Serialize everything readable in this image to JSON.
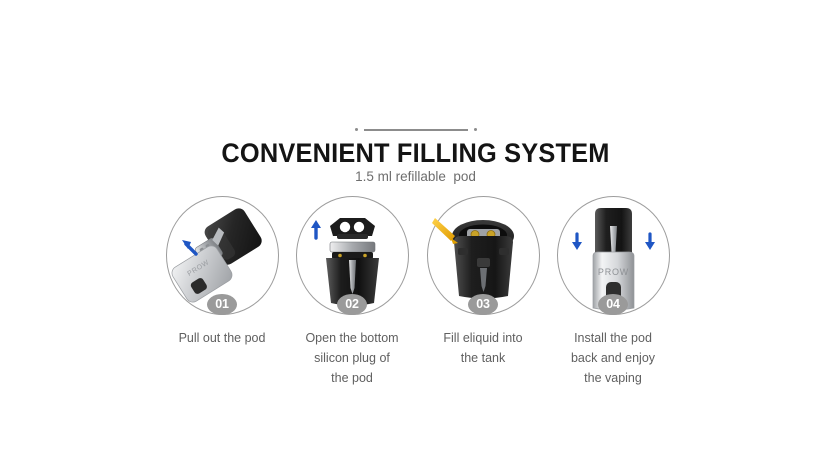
{
  "header": {
    "divider_icon": "dot-line-dot-divider",
    "title": "CONVENIENT FILLING SYSTEM",
    "subtitle": "1.5 ml refillable  pod"
  },
  "theme": {
    "background": "#ffffff",
    "title_color": "#141414",
    "subtitle_color": "#6e6e6e",
    "caption_color": "#606060",
    "ring_color": "#9d9d9d",
    "badge_color": "#9a9a9a",
    "badge_text_color": "#ffffff",
    "arrow_blue": "#1f56c4",
    "dropper_yellow": "#f0b400",
    "pod_black": "#232323",
    "body_silver": "#d8d9db",
    "contact_gold": "#c9a227"
  },
  "steps": [
    {
      "number": "01",
      "caption": "Pull out the pod",
      "illustration": "device-body-and-pod-separating",
      "arrow_icon": "arrow-diagonal-up-left",
      "brand_text": "PROW"
    },
    {
      "number": "02",
      "caption": "Open the bottom\nsilicon plug of\nthe pod",
      "illustration": "pod-inverted-with-silicon-plug-removed",
      "arrow_icon": "arrow-up"
    },
    {
      "number": "03",
      "caption": "Fill eliquid into\nthe tank",
      "illustration": "pod-open-with-dropper-filling",
      "arrow_icon": "dropper-nozzle-icon"
    },
    {
      "number": "04",
      "caption": "Install the pod\nback and enjoy\nthe vaping",
      "illustration": "assembled-device-pod-inserting",
      "arrow_icon": "arrow-down-pair",
      "brand_text": "PROW"
    }
  ]
}
